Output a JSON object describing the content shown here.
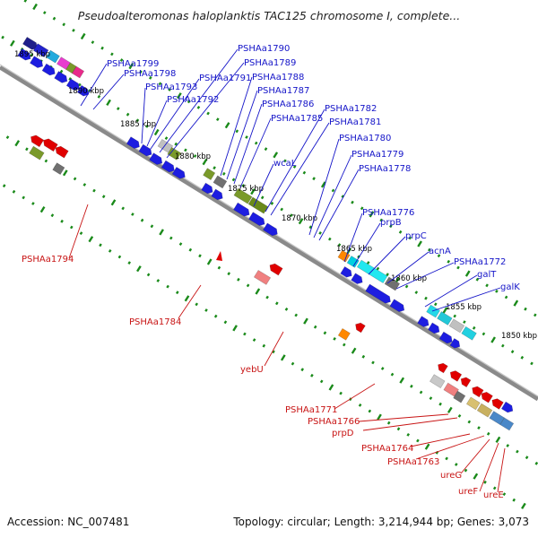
{
  "title": "Pseudoalteromonas haloplanktis TAC125 chromosome I, complete...",
  "accession": "Accession: NC_007481",
  "topology": "Topology: circular; Length: 3,214,944 bp; Genes: 3,073",
  "colors": {
    "forward_label": "#1414c8",
    "reverse_label": "#c81414",
    "tick": "#1a8a1a",
    "backbone": "#7a7a7a"
  },
  "scale_labels": [
    "1895 kbp",
    "1890 kbp",
    "1885 kbp",
    "1880 kbp",
    "1875 kbp",
    "1870 kbp",
    "1865 kbp",
    "1860 kbp",
    "1855 kbp",
    "1850 kbp"
  ],
  "forward_genes": [
    "PSHAa1799",
    "PSHAa1798",
    "PSHAa1793",
    "PSHAa1792",
    "PSHAa1791",
    "PSHAa1790",
    "PSHAa1789",
    "PSHAa1788",
    "PSHAa1787",
    "PSHAa1786",
    "PSHAa1785",
    "wcaL",
    "PSHAa1782",
    "PSHAa1781",
    "PSHAa1780",
    "PSHAa1779",
    "PSHAa1778",
    "PSHAa1776",
    "prpB",
    "prpC",
    "acnA",
    "PSHAa1772",
    "galT",
    "galK"
  ],
  "reverse_genes": [
    "PSHAa1794",
    "PSHAa1784",
    "yebU",
    "PSHAa1771",
    "PSHAa1766",
    "prpD",
    "PSHAa1764",
    "PSHAa1763",
    "ureG",
    "ureF",
    "ureE"
  ]
}
